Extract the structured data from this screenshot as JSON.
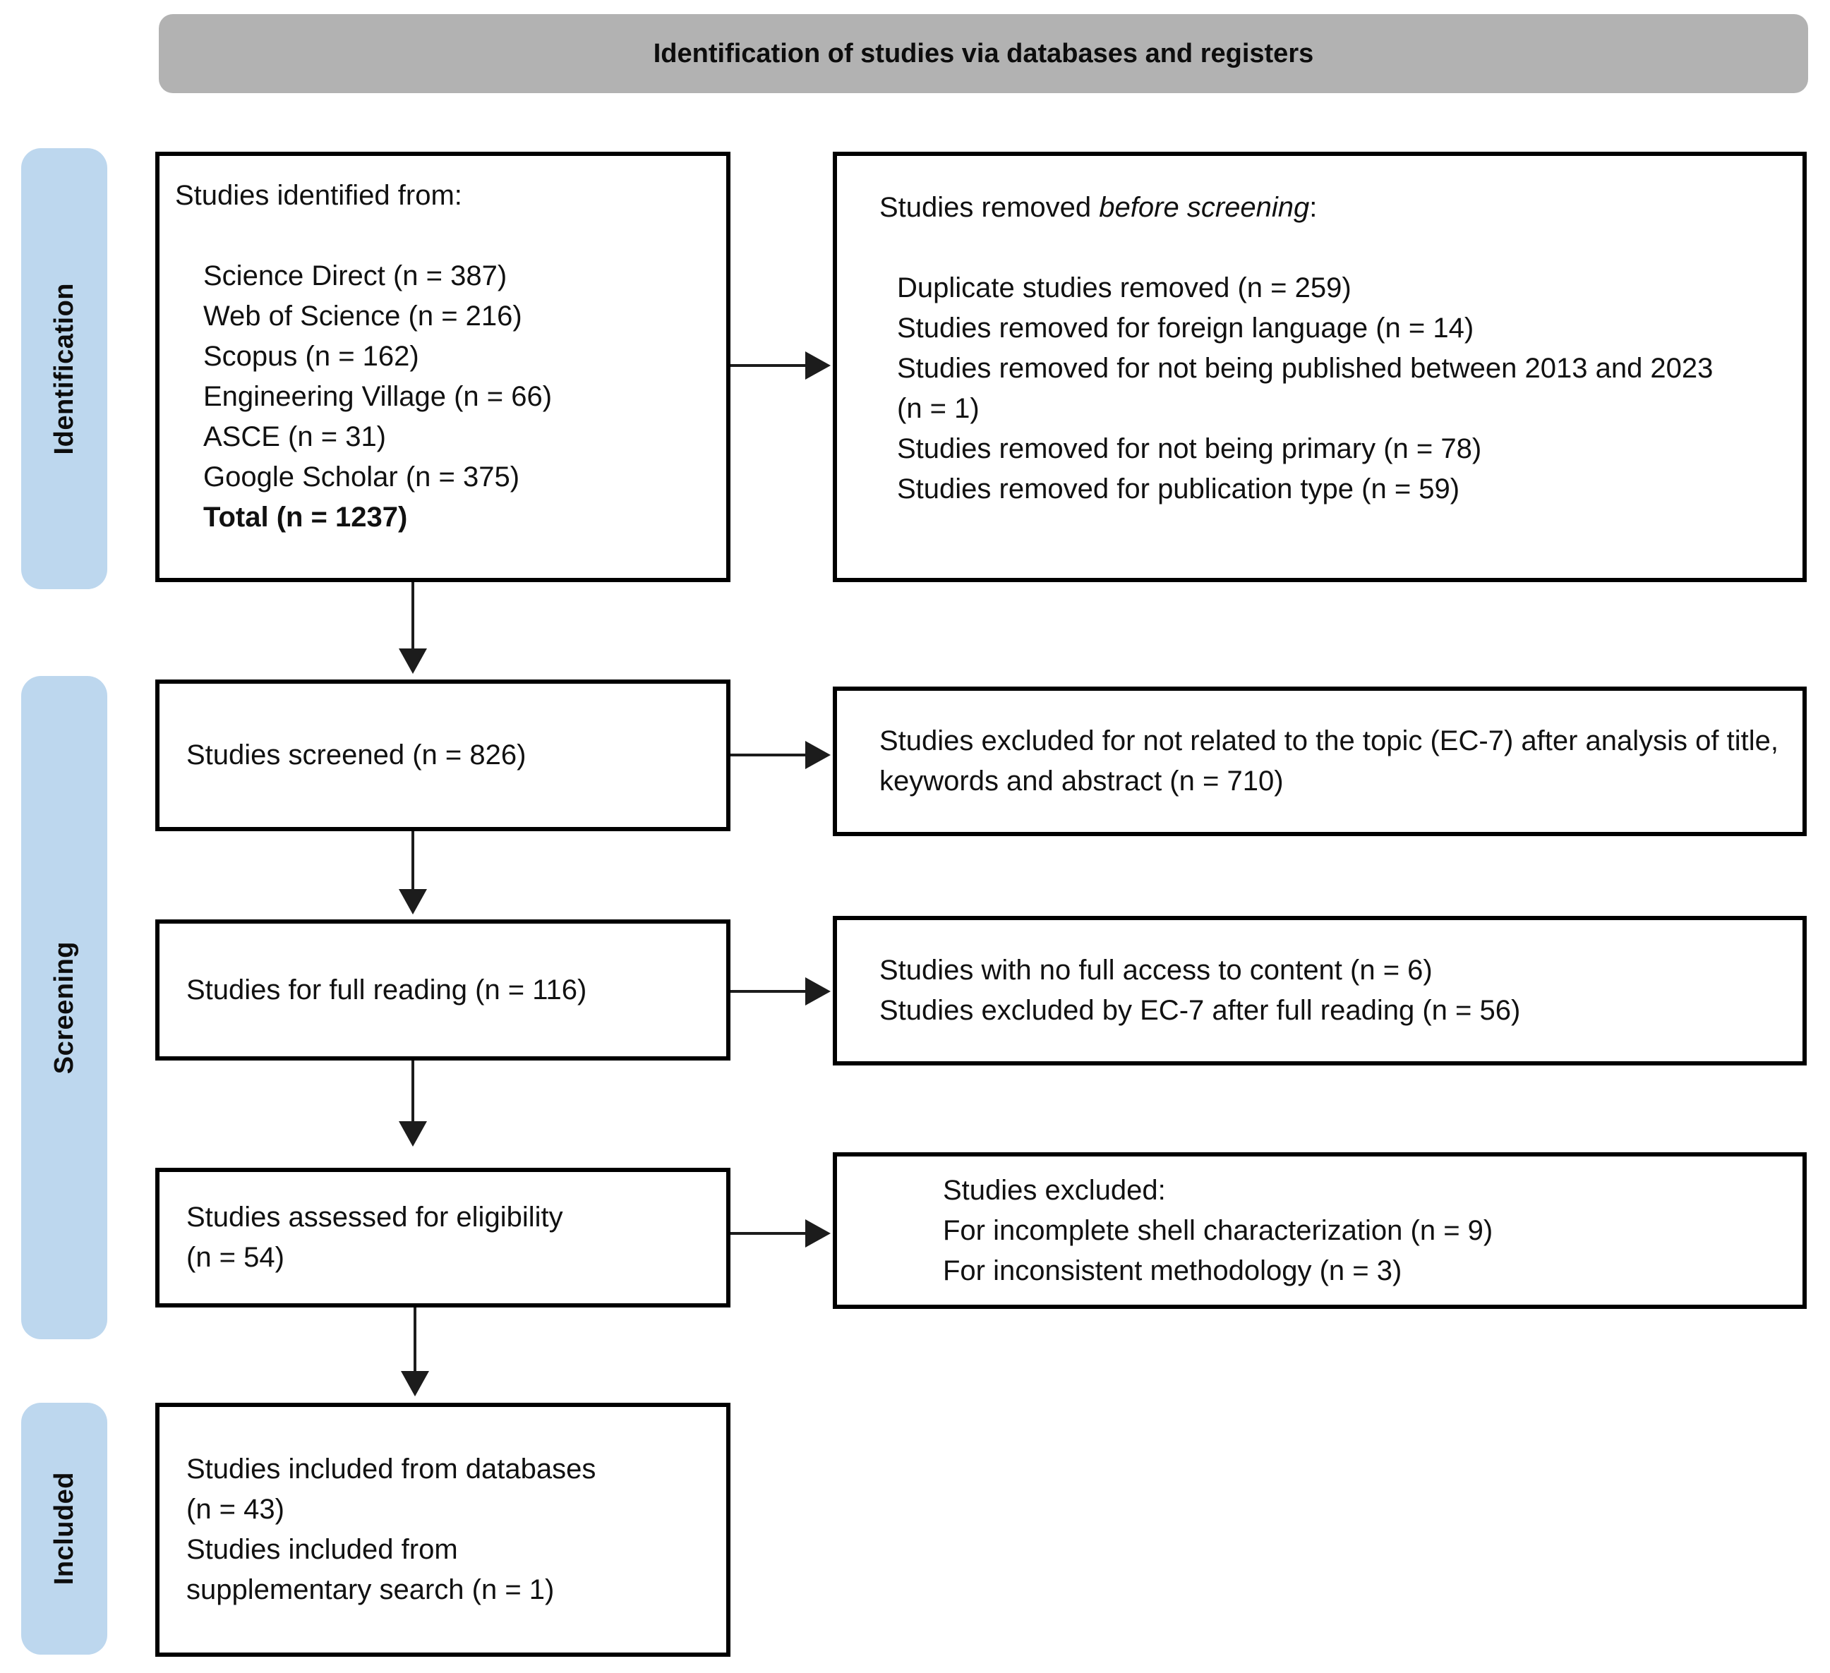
{
  "header": {
    "title": "Identification of studies via databases and registers"
  },
  "stages": {
    "identification": "Identification",
    "screening": "Screening",
    "included": "Included"
  },
  "colors": {
    "header_bg": "#b2b2b2",
    "stage_bg": "#bdd7ee",
    "box_border": "#000000",
    "ink": "#111111"
  },
  "boxes": {
    "identified": {
      "title": "Studies identified from:",
      "sources": [
        "Science Direct (n = 387)",
        "Web of Science (n = 216)",
        "Scopus (n = 162)",
        "Engineering Village (n = 66)",
        "ASCE (n = 31)",
        "Google Scholar (n = 375)"
      ],
      "total": "Total (n = 1237)"
    },
    "removed": {
      "title_prefix": "Studies removed ",
      "title_italic": "before screening",
      "title_suffix": ":",
      "reasons": [
        "Duplicate studies removed (n = 259)",
        "Studies removed for foreign language (n = 14)",
        "Studies removed for not being published between 2013 and 2023 (n = 1)",
        "Studies removed for not being primary (n = 78)",
        "Studies removed for publication type (n = 59)"
      ]
    },
    "screened": {
      "label": "Studies screened (n = 826)"
    },
    "excluded_topic": {
      "label": "Studies excluded for not related to the topic (EC-7) after analysis of title, keywords and abstract (n = 710)"
    },
    "full_reading": {
      "label": "Studies for full reading (n = 116)"
    },
    "excluded_full": {
      "lines": [
        "Studies with no full access to content (n = 6)",
        "Studies excluded by EC-7 after full reading (n = 56)"
      ]
    },
    "assessed": {
      "lines": [
        "Studies assessed for eligibility",
        "(n = 54)"
      ]
    },
    "excluded_assessed": {
      "title": "Studies excluded:",
      "reasons": [
        "For incomplete shell characterization (n = 9)",
        "For inconsistent methodology (n = 3)"
      ]
    },
    "included": {
      "lines": [
        "Studies included from databases",
        "(n = 43)",
        "Studies included from",
        "supplementary search (n = 1)"
      ]
    }
  }
}
